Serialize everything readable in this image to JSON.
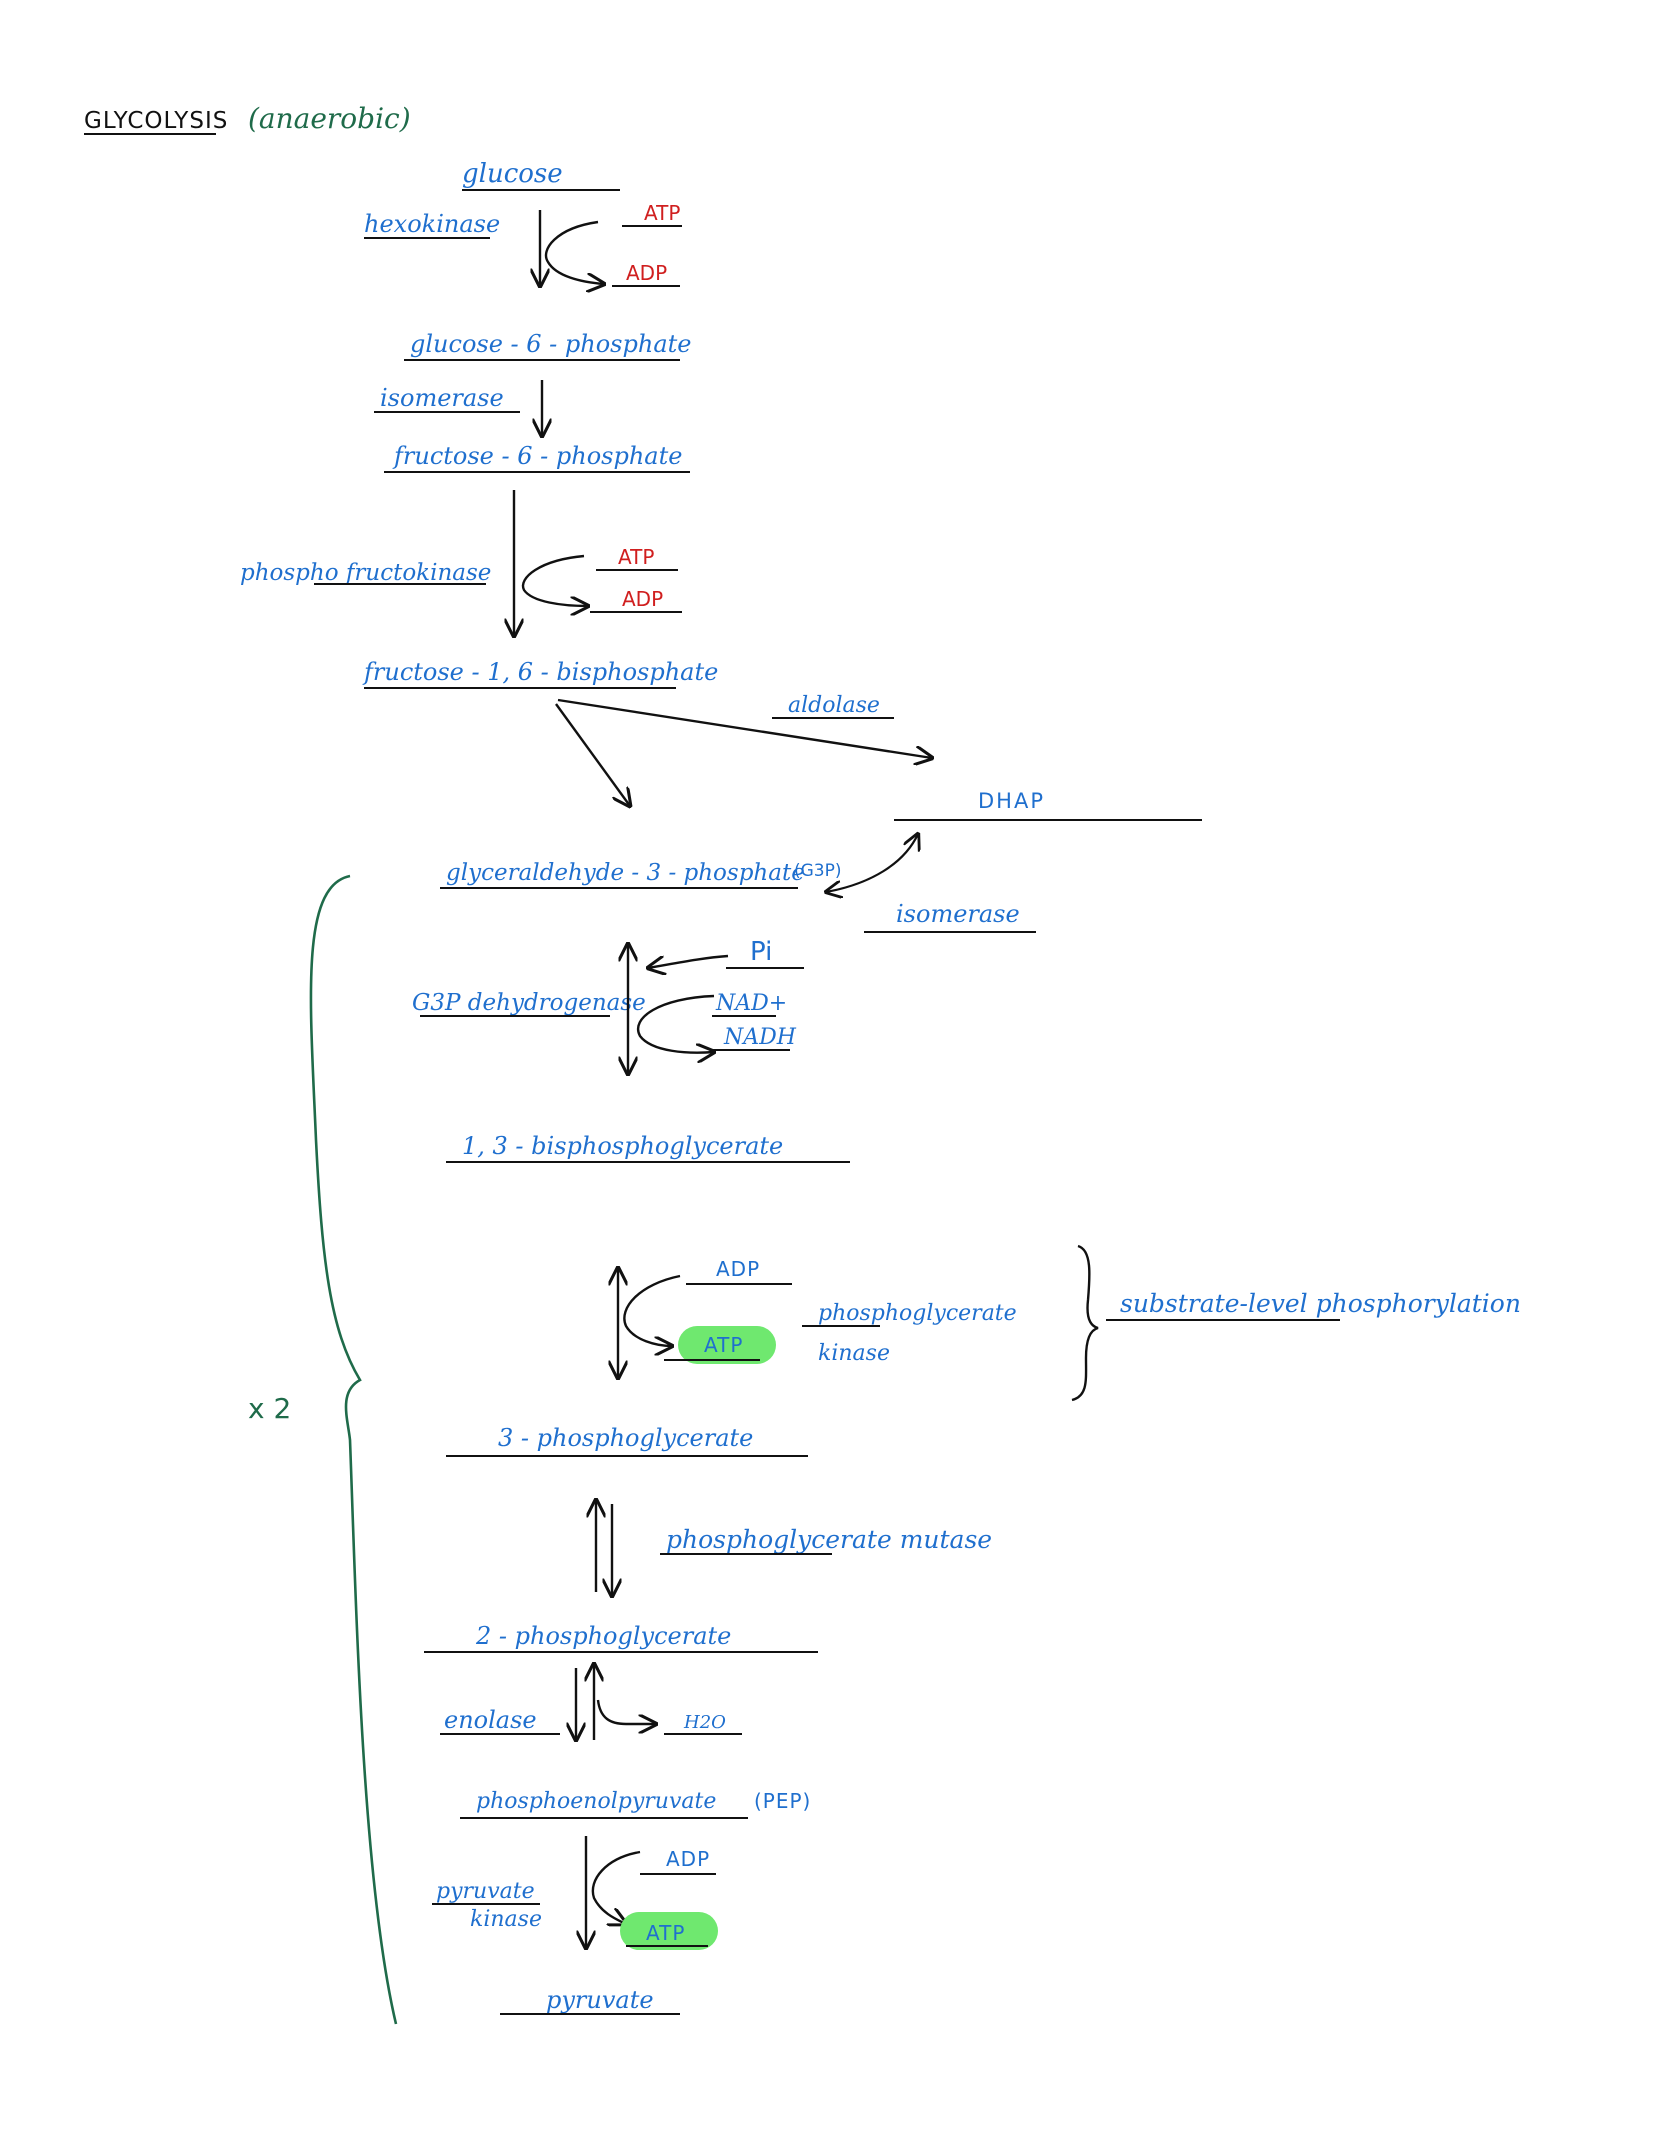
{
  "colors": {
    "ink_blue": "#1f6fce",
    "ink_red": "#d01f1f",
    "ink_green": "#1f6b4a",
    "ink_black": "#111111",
    "highlight_green": "#6fe86f"
  },
  "page": {
    "title": "GLYCOLYSIS",
    "subtitle": "(anaerobic)"
  },
  "metabolites": {
    "glucose": "glucose",
    "g6p": "glucose - 6 - phosphate",
    "f6p": "fructose - 6 - phosphate",
    "f16bp": "fructose - 1, 6 - bisphosphate",
    "dhap": "DHAP",
    "g3p": "glyceraldehyde - 3 - phosphate",
    "g3p_abbrev": "(G3P)",
    "bpg13": "1, 3 - bisphosphoglycerate",
    "pg3": "3 - phosphoglycerate",
    "pg2": "2 - phosphoglycerate",
    "pep": "phosphoenolpyruvate",
    "pep_abbrev": "(PEP)",
    "pyruvate": "pyruvate"
  },
  "enzymes": {
    "hexokinase": "hexokinase",
    "isomerase_1": "isomerase",
    "pfk": "phospho fructokinase",
    "aldolase": "aldolase",
    "isomerase_2": "isomerase",
    "g3p_dehydrogenase": "G3P dehydrogenase",
    "pg_kinase_line1": "phosphoglycerate",
    "pg_kinase_line2": "kinase",
    "pg_mutase": "phosphoglycerate mutase",
    "enolase": "enolase",
    "pyruvate_kinase_line1": "pyruvate",
    "pyruvate_kinase_line2": "kinase"
  },
  "cofactors": {
    "hk_atp": "ATP",
    "hk_adp": "ADP",
    "pfk_atp": "ATP",
    "pfk_adp": "ADP",
    "pi": "Pi",
    "nad": "NAD+",
    "nadh": "NADH",
    "pgk_adp": "ADP",
    "pgk_atp": "ATP",
    "water": "H2O",
    "pk_adp": "ADP",
    "pk_atp": "ATP"
  },
  "annotations": {
    "times_two": "x 2",
    "substrate_level": "substrate-level phosphorylation"
  }
}
